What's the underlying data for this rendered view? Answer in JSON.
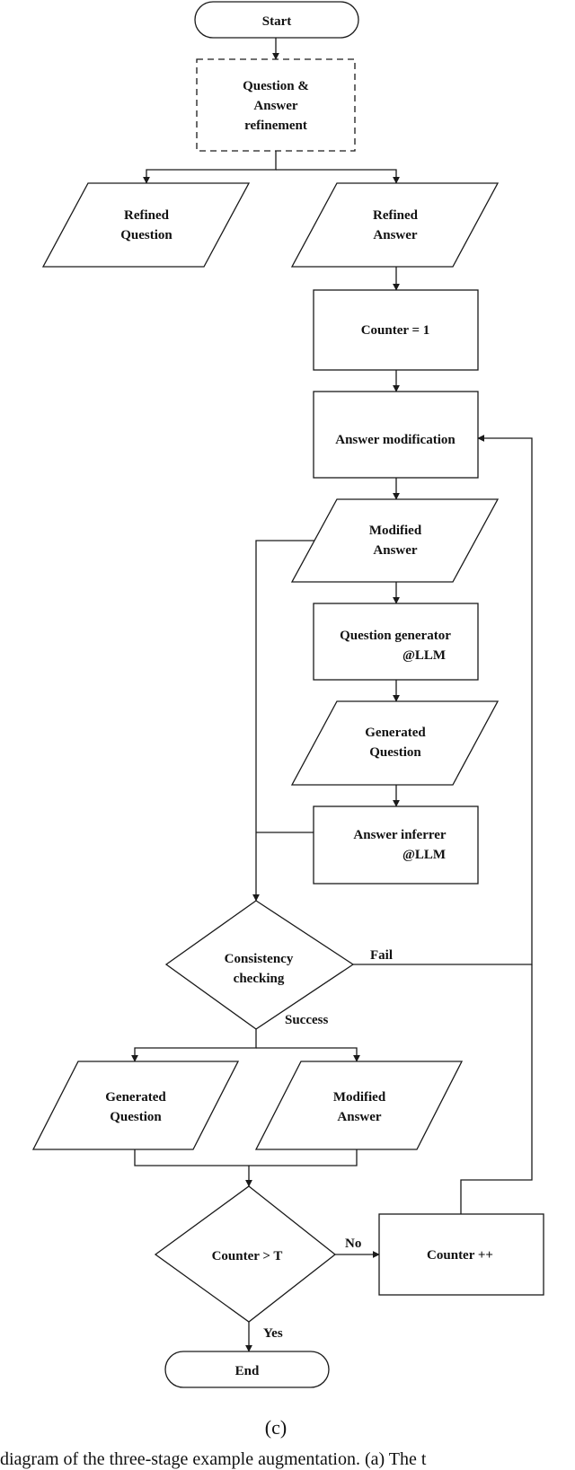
{
  "nodes": {
    "start": "Start",
    "refinement": [
      "Question &",
      "Answer",
      "refinement"
    ],
    "refined_question": [
      "Refined",
      "Question"
    ],
    "refined_answer": [
      "Refined",
      "Answer"
    ],
    "counter_init": "Counter = 1",
    "answer_modification": "Answer modification",
    "modified_answer_1": [
      "Modified",
      "Answer"
    ],
    "question_generator": [
      "Question generator",
      "@LLM"
    ],
    "generated_question_1": [
      "Generated",
      "Question"
    ],
    "answer_inferrer": [
      "Answer inferrer",
      "@LLM"
    ],
    "consistency": [
      "Consistency",
      "checking"
    ],
    "generated_question_2": [
      "Generated",
      "Question"
    ],
    "modified_answer_2": [
      "Modified",
      "Answer"
    ],
    "counter_check": "Counter > T",
    "counter_inc": "Counter ++",
    "end": "End"
  },
  "edge_labels": {
    "fail": "Fail",
    "success": "Success",
    "no": "No",
    "yes": "Yes"
  },
  "caption": "(c)",
  "bottom_text": "diagram of the three-stage example augmentation. (a) The t"
}
